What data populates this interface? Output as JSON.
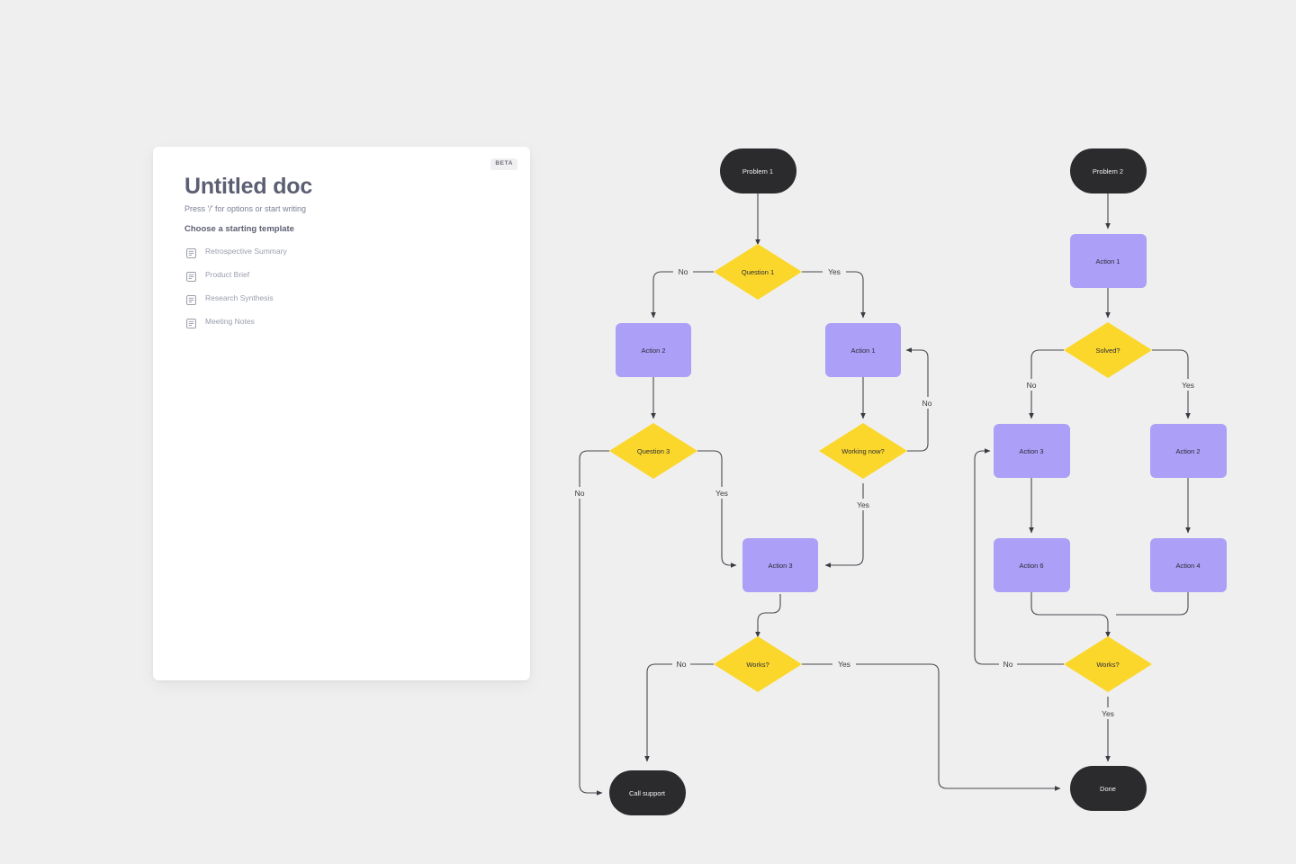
{
  "canvas": {
    "background": "#efefef"
  },
  "doc_panel": {
    "badge": "BETA",
    "title": "Untitled doc",
    "hint": "Press '/' for options or start writing",
    "section_title": "Choose a starting template",
    "templates": [
      {
        "label": "Retrospective Summary",
        "icon": "document-icon"
      },
      {
        "label": "Product Brief",
        "icon": "document-icon"
      },
      {
        "label": "Research Synthesis",
        "icon": "document-icon"
      },
      {
        "label": "Meeting Notes",
        "icon": "document-icon"
      }
    ]
  },
  "flowchart": {
    "colors": {
      "terminal": "#2b2b2e",
      "action": "#ab9ff7",
      "decision": "#fbd72c",
      "edge": "#4a4a52",
      "terminal_text": "#f2f2f4",
      "node_text": "#2b2b36"
    },
    "left_flow": {
      "nodes": {
        "problem1": "Problem 1",
        "question1": "Question 1",
        "action2": "Action 2",
        "action1": "Action 1",
        "question3": "Question 3",
        "working_now": "Working now?",
        "action3": "Action 3",
        "works": "Works?",
        "call_support": "Call support"
      },
      "edge_labels": {
        "q1_no": "No",
        "q1_yes": "Yes",
        "working_no": "No",
        "q3_no": "No",
        "q3_yes": "Yes",
        "working_yes": "Yes",
        "works_no": "No",
        "works_yes": "Yes"
      }
    },
    "right_flow": {
      "nodes": {
        "problem2": "Problem 2",
        "action1": "Action 1",
        "solved": "Solved?",
        "action3": "Action 3",
        "action2": "Action 2",
        "action6": "Action 6",
        "action4": "Action 4",
        "works": "Works?",
        "done": "Done"
      },
      "edge_labels": {
        "solved_no": "No",
        "solved_yes": "Yes",
        "works_no": "No",
        "works_yes": "Yes"
      }
    }
  },
  "diagram_structure": {
    "type": "flowchart",
    "left_edges": [
      {
        "from": "Problem 1",
        "to": "Question 1",
        "label": ""
      },
      {
        "from": "Question 1",
        "to": "Action 2",
        "label": "No"
      },
      {
        "from": "Question 1",
        "to": "Action 1",
        "label": "Yes"
      },
      {
        "from": "Action 2",
        "to": "Question 3",
        "label": ""
      },
      {
        "from": "Action 1",
        "to": "Working now?",
        "label": ""
      },
      {
        "from": "Working now?",
        "to": "Action 1",
        "label": "No"
      },
      {
        "from": "Working now?",
        "to": "Action 3",
        "label": "Yes"
      },
      {
        "from": "Question 3",
        "to": "Call support",
        "label": "No"
      },
      {
        "from": "Question 3",
        "to": "Action 3",
        "label": "Yes"
      },
      {
        "from": "Action 3",
        "to": "Works?",
        "label": ""
      },
      {
        "from": "Works?",
        "to": "Call support",
        "label": "No"
      },
      {
        "from": "Works?",
        "to": "Done",
        "label": "Yes"
      }
    ],
    "right_edges": [
      {
        "from": "Problem 2",
        "to": "Action 1",
        "label": ""
      },
      {
        "from": "Action 1",
        "to": "Solved?",
        "label": ""
      },
      {
        "from": "Solved?",
        "to": "Action 3",
        "label": "No"
      },
      {
        "from": "Solved?",
        "to": "Action 2",
        "label": "Yes"
      },
      {
        "from": "Action 3",
        "to": "Action 6",
        "label": ""
      },
      {
        "from": "Action 2",
        "to": "Action 4",
        "label": ""
      },
      {
        "from": "Action 6",
        "to": "Works?",
        "label": ""
      },
      {
        "from": "Action 4",
        "to": "Works?",
        "label": ""
      },
      {
        "from": "Works?",
        "to": "Action 3",
        "label": "No"
      },
      {
        "from": "Works?",
        "to": "Done",
        "label": "Yes"
      }
    ]
  }
}
